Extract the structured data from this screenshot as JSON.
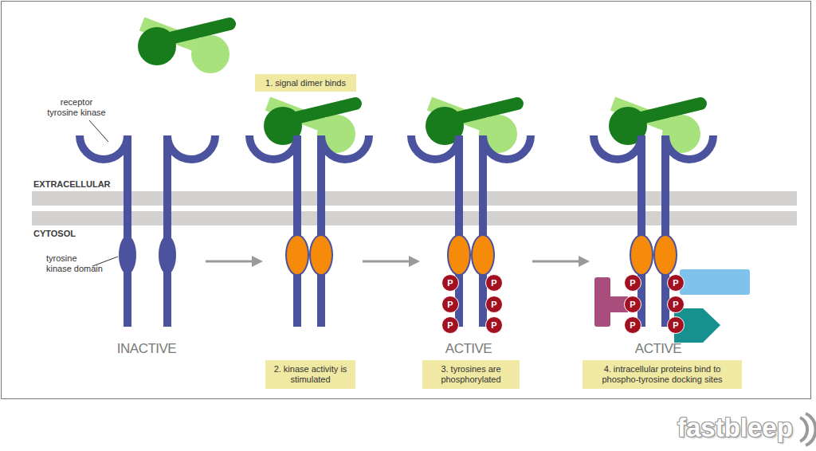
{
  "diagram": {
    "nodes": [
      {
        "text": [
          "1. signal dimer binds"
        ]
      },
      {
        "text": [
          "P"
        ]
      },
      {
        "text": [
          "P"
        ]
      },
      {
        "text": [
          "P"
        ]
      },
      {
        "text": [
          "P"
        ]
      },
      {
        "text": [
          "P"
        ]
      },
      {
        "text": [
          "P"
        ]
      },
      {
        "text": [
          "P"
        ]
      },
      {
        "text": [
          "P"
        ]
      },
      {
        "text": [
          "P"
        ]
      },
      {
        "text": [
          "P"
        ]
      },
      {
        "text": [
          "P"
        ]
      },
      {
        "text": [
          "P"
        ]
      },
      {
        "text": [
          "2. kinase activity is stimulated"
        ]
      },
      {
        "text": [
          "3. tyrosines are phosphorylated"
        ]
      },
      {
        "text": [
          "4. intracellular proteins bind to phospho-tyrosine docking sites"
        ]
      }
    ],
    "labels": [
      "receptor tyrosine kinase",
      "EXTRACELLULAR",
      "CYTOSOL",
      "tyrosine kinase domain",
      "INACTIVE",
      "ACTIVE",
      "ACTIVE",
      "fastbleep"
    ]
  }
}
